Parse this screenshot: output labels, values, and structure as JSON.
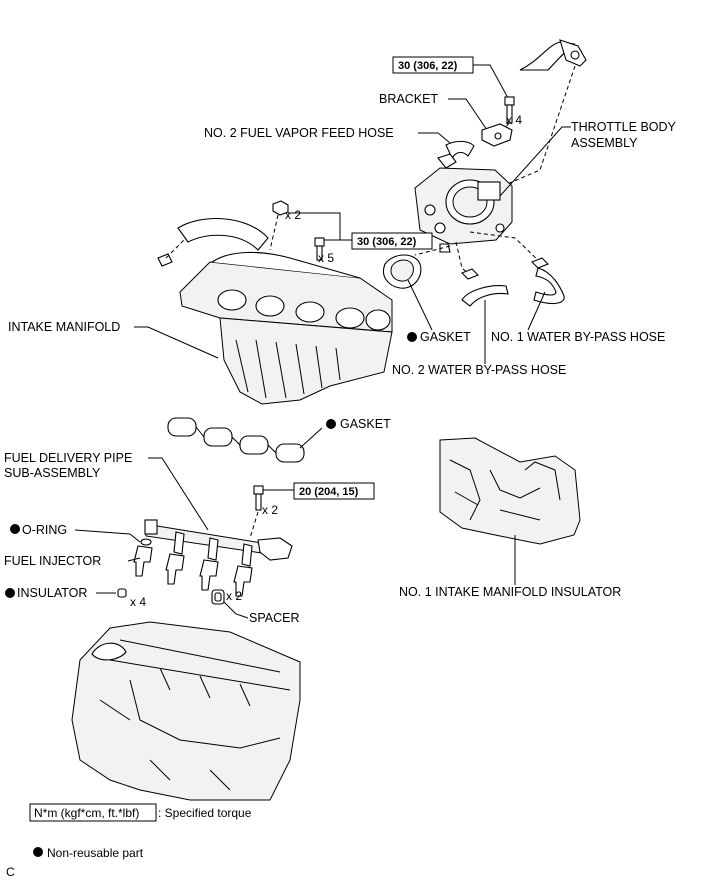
{
  "diagram": {
    "labels": {
      "bracket": "BRACKET",
      "fuel_vapor_hose": "NO. 2 FUEL VAPOR FEED HOSE",
      "throttle_body": [
        "THROTTLE BODY",
        "ASSEMBLY"
      ],
      "intake_manifold": "INTAKE MANIFOLD",
      "gasket_throttle": "GASKET",
      "water_bypass_1": "NO. 1 WATER BY-PASS HOSE",
      "water_bypass_2": "NO. 2 WATER BY-PASS HOSE",
      "gasket_manifold": "GASKET",
      "fuel_delivery_pipe": [
        "FUEL DELIVERY PIPE",
        "SUB-ASSEMBLY"
      ],
      "o_ring": "O-RING",
      "fuel_injector": "FUEL INJECTOR",
      "insulator": "INSULATOR",
      "spacer": "SPACER",
      "manifold_insulator": "NO. 1 INTAKE MANIFOLD INSULATOR"
    },
    "torques": {
      "bracket_bolt": "30 (306, 22)",
      "manifold_bolt": "30 (306, 22)",
      "delivery_pipe_bolt": "20 (204, 15)"
    },
    "quantities": {
      "bracket_bolt": "x 4",
      "manifold_nut": "x 2",
      "manifold_bolt": "x 5",
      "delivery_pipe_bolt": "x 2",
      "insulator": "x 4",
      "spacer": "x 2"
    },
    "legend": {
      "torque_unit_box": "N*m (kgf*cm, ft.*lbf)",
      "torque_text": ": Specified torque",
      "nonreusable_text": "Non-reusable part"
    },
    "figure_code": "C"
  }
}
